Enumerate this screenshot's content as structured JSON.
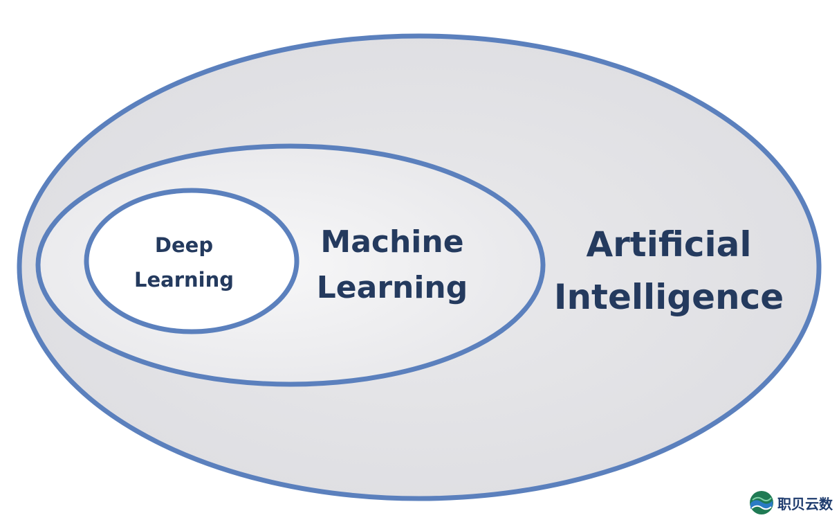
{
  "diagram": {
    "outer": {
      "line1": "Artificial",
      "line2": "Intelligence"
    },
    "middle": {
      "line1": "Machine",
      "line2": "Learning"
    },
    "inner": {
      "line1": "Deep",
      "line2": "Learning"
    }
  },
  "colors": {
    "ring_stroke": "#5b80bd",
    "outer_fill": "#e4e4e7",
    "middle_fill": "#ececee",
    "inner_fill": "#ffffff",
    "label": "#243a5e"
  },
  "watermark": {
    "text": "职贝云数",
    "icon": "wave-globe-icon"
  }
}
